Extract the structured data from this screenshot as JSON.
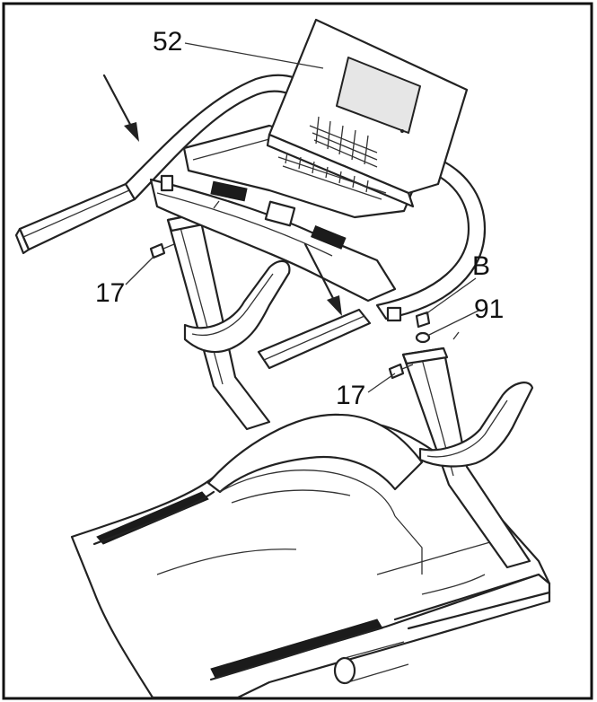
{
  "callouts": {
    "console": "52",
    "bolt_left": "17",
    "bolt_right": "17",
    "detail": "B",
    "washer": "91"
  },
  "icons": [
    "arrow-icon"
  ],
  "colors": {
    "line": "#222222",
    "background": "#ffffff"
  }
}
